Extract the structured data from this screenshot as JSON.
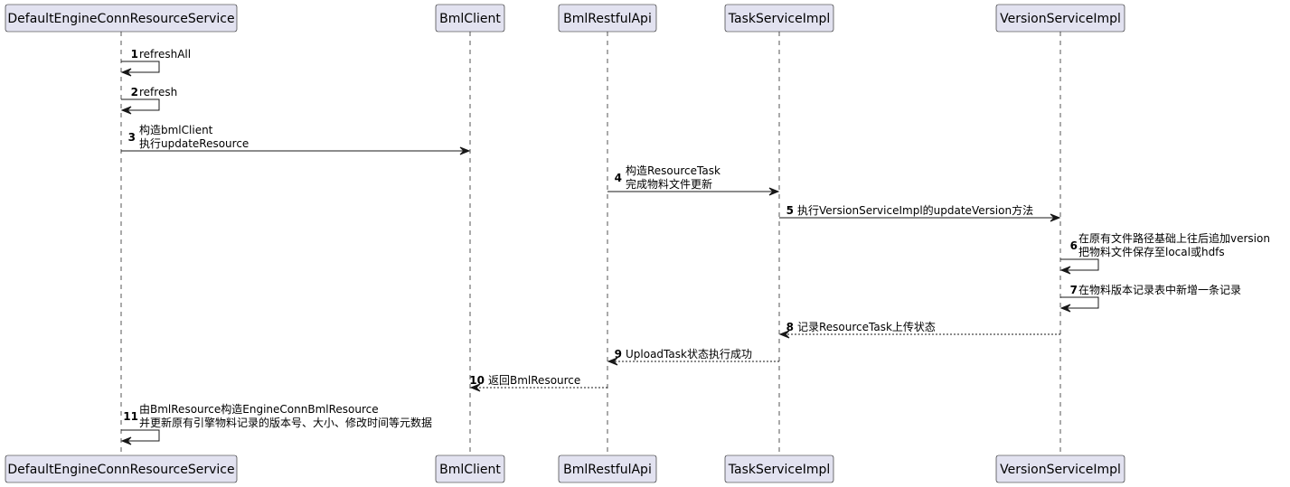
{
  "participants": [
    {
      "id": "p0",
      "label": "DefaultEngineConnResourceService"
    },
    {
      "id": "p1",
      "label": "BmlClient"
    },
    {
      "id": "p2",
      "label": "BmlRestfulApi"
    },
    {
      "id": "p3",
      "label": "TaskServiceImpl"
    },
    {
      "id": "p4",
      "label": "VersionServiceImpl"
    }
  ],
  "messages": [
    {
      "num": "1",
      "from": "p0",
      "to": "p0",
      "lines": [
        "refreshAll"
      ],
      "style": "solid"
    },
    {
      "num": "2",
      "from": "p0",
      "to": "p0",
      "lines": [
        "refresh"
      ],
      "style": "solid"
    },
    {
      "num": "3",
      "from": "p0",
      "to": "p1",
      "lines": [
        "构造bmlClient",
        "执行updateResource"
      ],
      "style": "solid"
    },
    {
      "num": "4",
      "from": "p2",
      "to": "p3",
      "lines": [
        "构造ResourceTask",
        "完成物料文件更新"
      ],
      "style": "solid"
    },
    {
      "num": "5",
      "from": "p3",
      "to": "p4",
      "lines": [
        "执行VersionServiceImpl的updateVersion方法"
      ],
      "style": "solid"
    },
    {
      "num": "6",
      "from": "p4",
      "to": "p4",
      "lines": [
        "在原有文件路径基础上往后追加version",
        "把物料文件保存至local或hdfs"
      ],
      "style": "solid"
    },
    {
      "num": "7",
      "from": "p4",
      "to": "p4",
      "lines": [
        "在物料版本记录表中新增一条记录"
      ],
      "style": "solid"
    },
    {
      "num": "8",
      "from": "p4",
      "to": "p3",
      "lines": [
        "记录ResourceTask上传状态"
      ],
      "style": "dashed"
    },
    {
      "num": "9",
      "from": "p3",
      "to": "p2",
      "lines": [
        "UploadTask状态执行成功"
      ],
      "style": "dashed"
    },
    {
      "num": "10",
      "from": "p2",
      "to": "p1",
      "lines": [
        "返回BmlResource"
      ],
      "style": "dashed"
    },
    {
      "num": "11",
      "from": "p0",
      "to": "p0",
      "lines": [
        "由BmlResource构造EngineConnBmlResource",
        "并更新原有引擎物料记录的版本号、大小、修改时间等元数据"
      ],
      "style": "solid"
    }
  ],
  "colors": {
    "participant_fill": "#e2e2f0",
    "participant_border": "#181818",
    "line": "#181818",
    "lifeline": "#555555"
  }
}
